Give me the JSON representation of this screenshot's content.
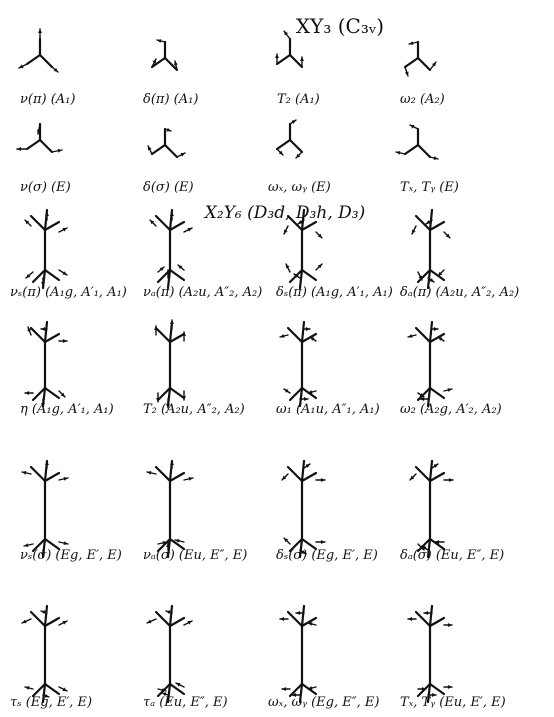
{
  "sections": [
    {
      "title": "XY₃  (C₃ᵥ)"
    },
    {
      "title": "X₂Y₆ (D₃d, D₃h, D₃)"
    }
  ],
  "modes": [
    {
      "label": "ν(π)  (A₁)"
    },
    {
      "label": "δ(π)  (A₁)"
    },
    {
      "label": "T₂  (A₁)"
    },
    {
      "label": "ω₂  (A₂)"
    },
    {
      "label": "ν(σ)  (E)"
    },
    {
      "label": "δ(σ)  (E)"
    },
    {
      "label": "ωₓ, ωᵧ (E)"
    },
    {
      "label": "Tₓ, Tᵧ (E)"
    },
    {
      "label": "νₛ(π) (A₁g, A′₁, A₁)"
    },
    {
      "label": "νₐ(π) (A₂u, A″₂, A₂)"
    },
    {
      "label": "δₛ(π) (A₁g, A′₁, A₁)"
    },
    {
      "label": "δₐ(π) (A₂u, A″₂, A₂)"
    },
    {
      "label": "η  (A₁g, A′₁, A₁)"
    },
    {
      "label": "T₂ (A₂u, A″₂, A₂)"
    },
    {
      "label": "ω₁ (A₁u, A″₁, A₁)"
    },
    {
      "label": "ω₂  (A₂g, A′₂, A₂)"
    },
    {
      "label": "νₛ(σ) (Eg, E′, E)"
    },
    {
      "label": "νₐ(σ) (Eu, E″, E)"
    },
    {
      "label": "δₛ(σ) (Eg, E′, E)"
    },
    {
      "label": "δₐ(σ) (Eu, E″, E)"
    },
    {
      "label": "τₛ (Eg, E′, E)"
    },
    {
      "label": "τₐ (Eu, E″, E)"
    },
    {
      "label": "ωₓ, ωᵧ (Eg, E″, E)"
    },
    {
      "label": "Tₓ, Tᵧ (Eu, E′, E)"
    }
  ]
}
